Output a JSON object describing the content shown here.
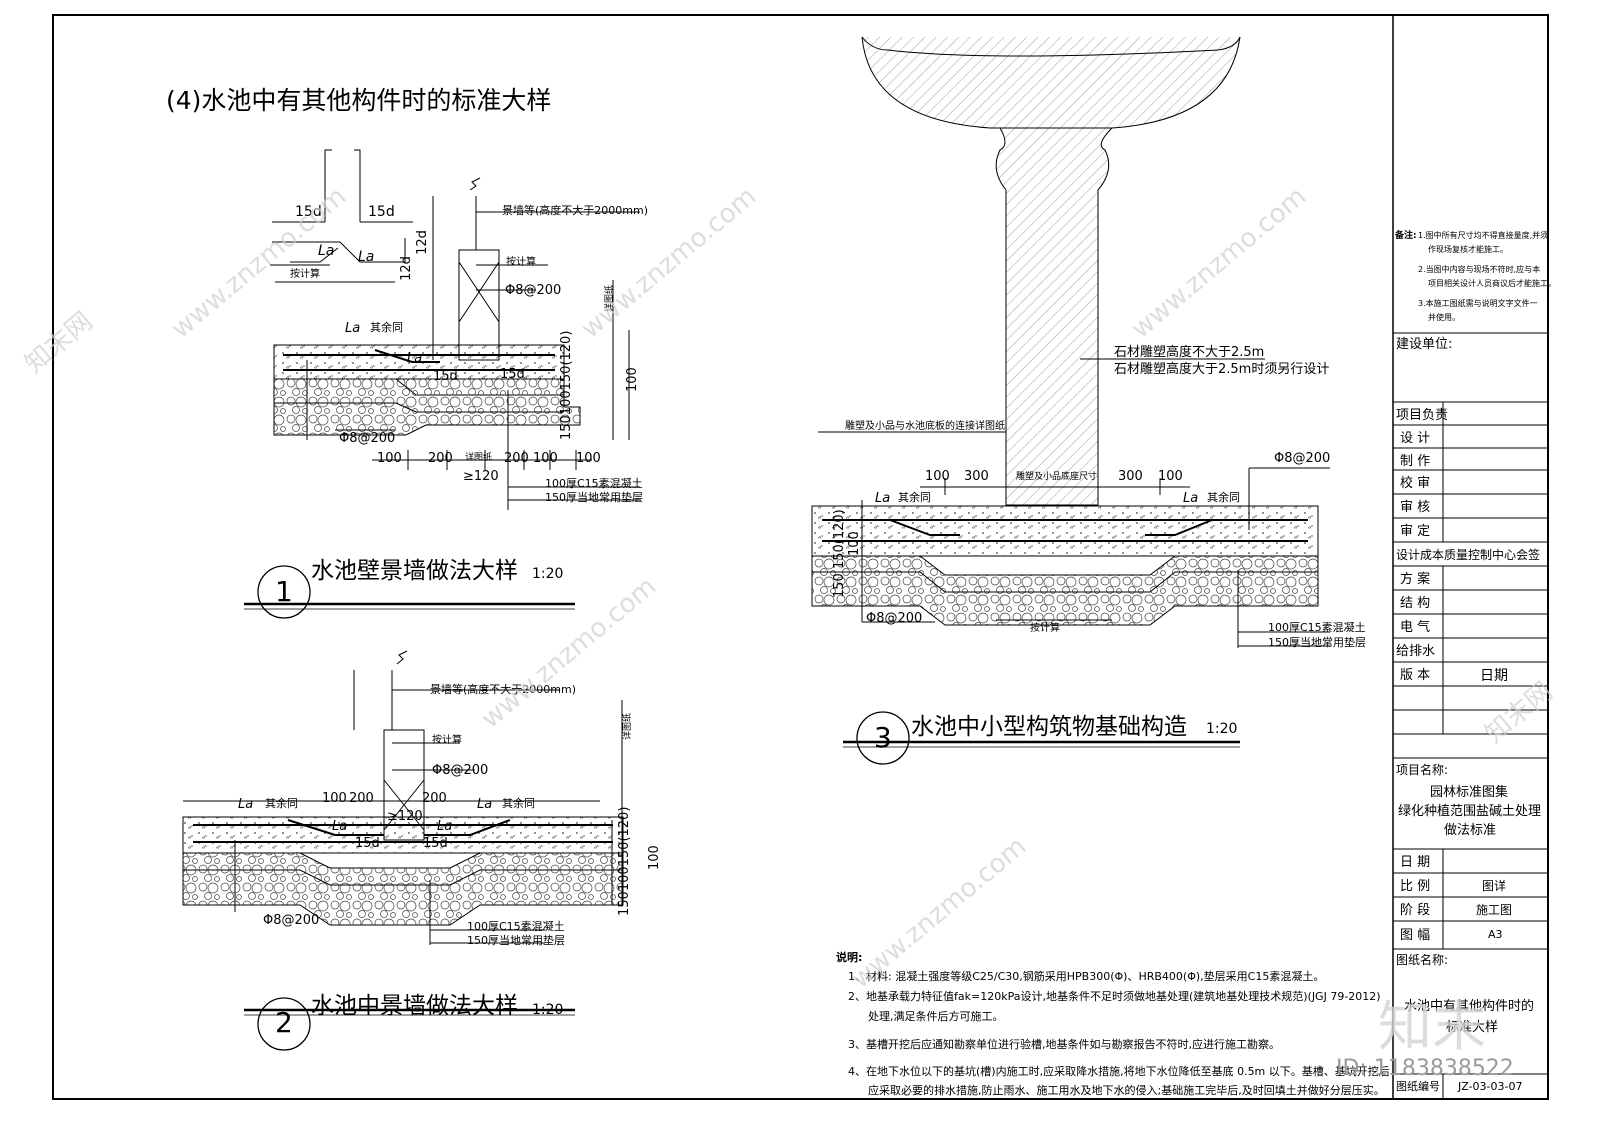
{
  "main_title": "(4)水池中有其他构件时的标准大样",
  "detail1": {
    "number": "1",
    "title": "水池壁景墙做法大样",
    "scale": "1:20",
    "labels": {
      "d15_left": "15d",
      "d15_right": "15d",
      "d12a": "12d",
      "d12b": "12d",
      "la1": "La",
      "la2": "La",
      "calc1": "按计算",
      "wall_note": "景墙等(高度不大于2000mm)",
      "calc2": "按计算",
      "rebar_top": "Φ8@200",
      "la_other": "La",
      "other_same": "其余同",
      "la3": "La",
      "d15_c": "15d",
      "d15_d": "15d",
      "rebar_bottom": "Φ8@200",
      "dims_vertical": "150100150(120)",
      "dim_100_v": "100",
      "thickness_note": "详图纸",
      "dim_a": "100",
      "dim_b": "200",
      "dim_c": "详图纸",
      "dim_d": "200",
      "dim_e": "100",
      "dim_f": "100",
      "ge120": "≥120",
      "c15": "100厚C15素混凝土",
      "cushion": "150厚当地常用垫层"
    }
  },
  "detail2": {
    "number": "2",
    "title": "水池中景墙做法大样",
    "scale": "1:20",
    "labels": {
      "wall_note": "景墙等(高度不大于2000mm)",
      "calc": "按计算",
      "rebar_top": "Φ8@200",
      "la_left": "La",
      "other_left": "其余同",
      "dim_100": "100",
      "dim_200": "200",
      "dim_200b": "200",
      "la_right": "La",
      "other_right": "其余同",
      "ge120": "≥120",
      "la_a": "La",
      "la_b": "La",
      "d15a": "15d",
      "d15b": "15d",
      "dims_vertical": "150100150(120)",
      "dim_100_v": "100",
      "thickness_note": "详图纸",
      "rebar_bottom": "Φ8@200",
      "c15": "100厚C15素混凝土",
      "cushion": "150厚当地常用垫层"
    }
  },
  "detail3": {
    "number": "3",
    "title": "水池中小型构筑物基础构造",
    "scale": "1:20",
    "labels": {
      "stone_note1": "石材雕塑高度不大于2.5m",
      "stone_note2": "石材雕塑高度大于2.5m时须另行设计",
      "conn_note": "雕塑及小品与水池底板的连接详图纸",
      "dim_100a": "100",
      "dim_300a": "300",
      "size_note": "雕塑及小品底座尺寸",
      "dim_300b": "300",
      "dim_100b": "100",
      "rebar_right": "Φ8@200",
      "la_left": "La",
      "other_left": "其余同",
      "la_right": "La",
      "other_right": "其余同",
      "dims_vertical": "150 150(120)",
      "dim_100_v": "100",
      "rebar_bottom": "Φ8@200",
      "calc": "按计算",
      "c15": "100厚C15素混凝土",
      "cushion": "150厚当地常用垫层"
    }
  },
  "notes": {
    "heading": "说明:",
    "items": [
      "1、材料: 混凝土强度等级C25/C30,钢筋采用HPB300(Φ)、HRB400(Φ),垫层采用C15素混凝土。",
      "2、地基承载力特征值fak=120kPa设计,地基条件不足时须做地基处理(建筑地基处理技术规范)(JGJ 79-2012)",
      "处理,满足条件后方可施工。",
      "3、基槽开挖后应通知勘察单位进行验槽,地基条件如与勘察报告不符时,应进行施工勘察。",
      "4、在地下水位以下的基坑(槽)内施工时,应采取降水措施,将地下水位降低至基底 0.5m 以下。基槽、基坑开挖后",
      "应采取必要的排水措施,防止雨水、施工用水及地下水的侵入;基础施工完毕后,及时回填土并做好分层压实。"
    ]
  },
  "title_block": {
    "remarks_label": "备注:",
    "remarks": [
      "1.图中所有尺寸均不得直接量度,并须",
      "作现场复核才能施工。",
      "2.当图中内容与现场不符时,应与本",
      "项目相关设计人员商议后才能施工。",
      "3.本施工图纸需与说明文字文件一",
      "并使用。"
    ],
    "client_label": "建设单位:",
    "rows_top": [
      "项目负责",
      "设  计",
      "制  作",
      "校  审",
      "审  核",
      "审  定"
    ],
    "sign_label": "设计成本质量控制中心会签",
    "rows_mid": [
      "方  案",
      "结  构",
      "电  气",
      "给排水"
    ],
    "version_label": "版  本",
    "date_col_label": "日期",
    "project_label": "项目名称:",
    "project_lines": [
      "园林标准图集",
      "绿化种植范围盐碱土处理",
      "做法标准"
    ],
    "info_rows": [
      {
        "label": "日  期",
        "value": ""
      },
      {
        "label": "比  例",
        "value": "图详"
      },
      {
        "label": "阶  段",
        "value": "施工图"
      },
      {
        "label": "图  幅",
        "value": "A3"
      }
    ],
    "drawing_name_label": "图纸名称:",
    "drawing_name_lines": [
      "水池中有其他构件时的",
      "标准大样"
    ],
    "drawing_no_label": "图纸编号",
    "drawing_no": "JZ-03-03-07"
  },
  "watermark": {
    "site": "www.znzmo.com",
    "brand": "知末网",
    "logo": "知末",
    "id": "ID: 1183838522"
  },
  "colors": {
    "line": "#000000",
    "hatch": "#555555",
    "watermark": "#c8c8c8"
  }
}
